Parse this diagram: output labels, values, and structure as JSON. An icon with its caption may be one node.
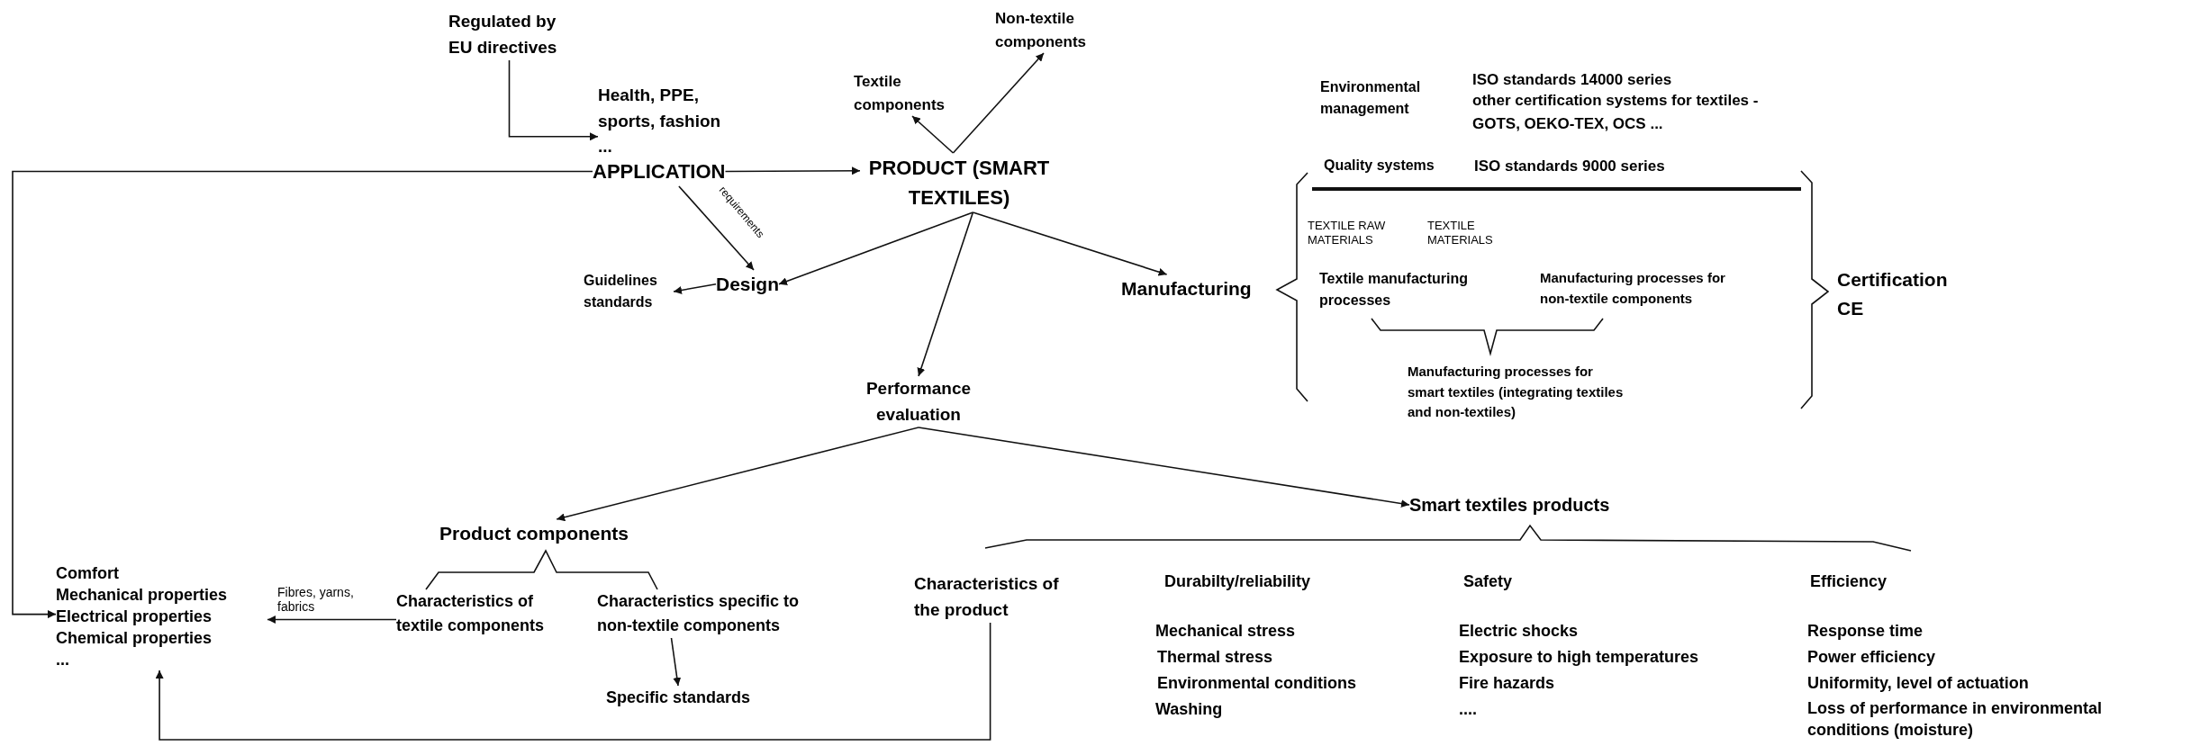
{
  "diagram": {
    "nodes": [
      {
        "text": [
          "Regulated by EU directives"
        ]
      },
      {
        "text": [
          "Health, PPE, sports, fashion ..."
        ]
      },
      {
        "text": [
          "APPLICATION"
        ]
      },
      {
        "text": [
          "PRODUCT (SMART TEXTILES)"
        ]
      },
      {
        "text": [
          "Textile components"
        ]
      },
      {
        "text": [
          "Non-textile components"
        ]
      },
      {
        "text": [
          "Design"
        ]
      },
      {
        "text": [
          "Guidelines standards"
        ]
      },
      {
        "text": [
          "Manufacturing"
        ]
      },
      {
        "text": [
          "Performance evaluation"
        ]
      },
      {
        "text": [
          "Product components"
        ]
      },
      {
        "text": [
          "Smart textiles products"
        ]
      },
      {
        "text": [
          "Characteristics of textile components"
        ]
      },
      {
        "text": [
          "Characteristics specific to non-textile components"
        ]
      },
      {
        "text": [
          "Specific standards"
        ]
      },
      {
        "text": [
          "Comfort",
          "Mechanical properties",
          "Electrical properties",
          "Chemical properties",
          "..."
        ]
      },
      {
        "text": [
          "Characteristics of the product"
        ]
      }
    ],
    "edges": [
      {
        "from": 0,
        "to": 1,
        "arrow": "to"
      },
      {
        "from": 2,
        "to": 3,
        "arrow": "to"
      },
      {
        "from": 3,
        "to": 4,
        "arrow": "to"
      },
      {
        "from": 3,
        "to": 5,
        "arrow": "to"
      },
      {
        "from": 2,
        "to": 6,
        "arrow": "to",
        "label": "requirements"
      },
      {
        "from": 6,
        "to": 7,
        "arrow": "to"
      },
      {
        "from": 3,
        "to": 6,
        "arrow": "to"
      },
      {
        "from": 3,
        "to": 8,
        "arrow": "to"
      },
      {
        "from": 3,
        "to": 9,
        "arrow": "to"
      },
      {
        "from": 9,
        "to": 10,
        "arrow": "to"
      },
      {
        "from": 9,
        "to": 11,
        "arrow": "to"
      },
      {
        "from": 12,
        "to": 15,
        "arrow": "to",
        "label": "Fibres, yarns, fabrics"
      },
      {
        "from": 13,
        "to": 14,
        "arrow": "to"
      },
      {
        "from": 2,
        "to": 15,
        "arrow": "to"
      },
      {
        "from": 16,
        "to": 15,
        "arrow": "to"
      }
    ],
    "labels": [
      "Environmental management",
      "ISO standards 14000 series",
      "other certification systems for textiles - GOTS, OEKO-TEX, OCS ...",
      "Quality systems",
      "ISO standards 9000 series",
      "TEXTILE RAW MATERIALS",
      "TEXTILE MATERIALS",
      "Textile manufacturing processes",
      "Manufacturing processes for non-textile components",
      "Manufacturing processes for smart textiles (integrating textiles and non-textiles)",
      "Certification CE",
      "Durabilty/reliability",
      "Mechanical stress",
      "Thermal stress",
      "Environmental conditions",
      "Washing",
      "Safety",
      "Electric shocks",
      "Exposure to high temperatures",
      "Fire hazards",
      "....",
      "Efficiency",
      "Response time",
      "Power efficiency",
      "Uniformity, level of actuation",
      "Loss of performance in environmental conditions (moisture)"
    ]
  }
}
